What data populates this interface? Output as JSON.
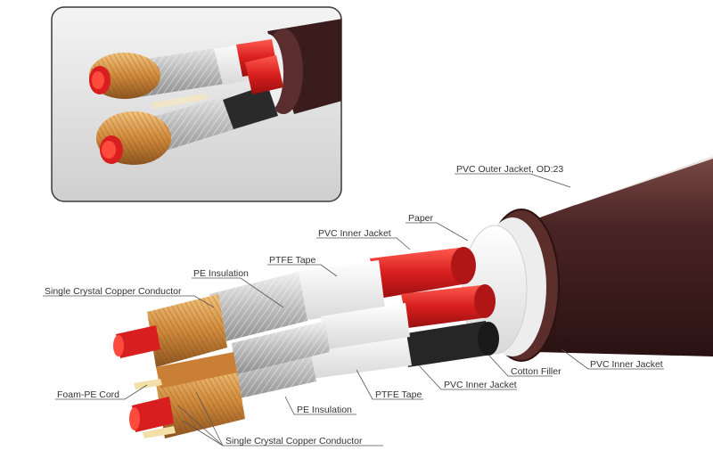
{
  "labels": {
    "pvc_outer_jacket": "PVC Outer Jacket, OD:23",
    "paper": "Paper",
    "pvc_inner_jacket_top": "PVC Inner Jacket",
    "ptfe_tape_top": "PTFE Tape",
    "pe_insulation_top": "PE Insulation",
    "single_crystal_copper_top": "Single Crystal Copper Conductor",
    "foam_pe_cord": "Foam-PE Cord",
    "cotton_filler": "Cotton Filler",
    "pvc_inner_jacket_right": "PVC Inner Jacket",
    "pvc_inner_jacket_bottom": "PVC Inner Jacket",
    "ptfe_tape_bottom": "PTFE Tape",
    "pe_insulation_bottom": "PE Insulation",
    "single_crystal_copper_bottom": "Single Crystal Copper Conductor"
  },
  "colors": {
    "outer_jacket": "#4a2424",
    "red_insulation": "#d81e1e",
    "copper": "#d08a3e",
    "silver_shield": "#c9c9c9",
    "black_filler": "#262626",
    "label_text": "#333333"
  }
}
